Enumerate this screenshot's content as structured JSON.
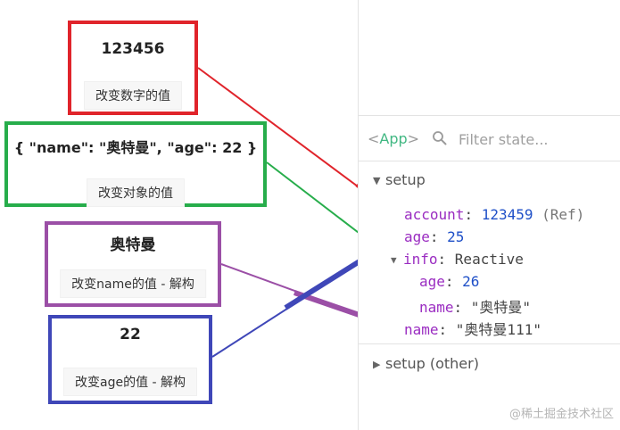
{
  "boxes": {
    "number": {
      "value": "123456",
      "button": "改变数字的值",
      "color": "#e0242b"
    },
    "object": {
      "value": "{ \"name\": \"奥特曼\", \"age\": 22 }",
      "button": "改变对象的值",
      "color": "#27ad4b"
    },
    "name": {
      "value": "奥特曼",
      "button": "改变name的值 - 解构",
      "color": "#9b4fa6"
    },
    "age": {
      "value": "22",
      "button": "改变age的值 - 解构",
      "color": "#3f47b8"
    }
  },
  "devtools": {
    "app_open": "<",
    "app_name": "App",
    "app_close": ">",
    "filter_placeholder": "Filter state...",
    "setup_label": "setup",
    "setup_other_label": "setup (other)",
    "rows": {
      "account": {
        "key": "account",
        "value": "123459",
        "tag": "(Ref)"
      },
      "age": {
        "key": "age",
        "value": "25"
      },
      "info": {
        "key": "info",
        "value": "Reactive"
      },
      "info_age": {
        "key": "age",
        "value": "26"
      },
      "info_name": {
        "key": "name",
        "value": "\"奥特曼\""
      },
      "name": {
        "key": "name",
        "value": "\"奥特曼111\""
      }
    }
  },
  "watermark": "@稀土掘金技术社区",
  "colors": {
    "accent_vue": "#42b883",
    "key": "#9a2cc1",
    "number": "#1f50c8"
  }
}
